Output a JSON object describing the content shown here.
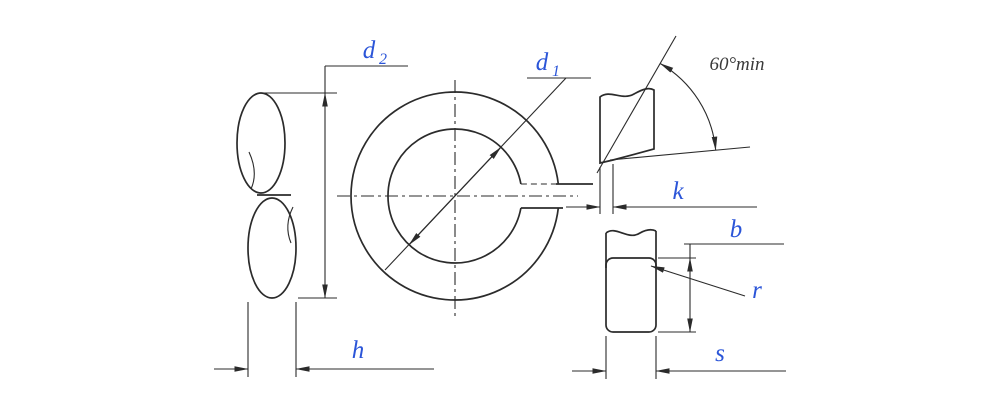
{
  "labels": {
    "d2": {
      "base": "d",
      "sub": "2"
    },
    "d1": {
      "base": "d",
      "sub": "1"
    },
    "angle": "60°min",
    "k": "k",
    "b": "b",
    "r": "r",
    "h": "h",
    "s": "s"
  },
  "colors": {
    "line": "#2b2b2b",
    "label": "#2b55d8",
    "angle_label": "#3a3a3a",
    "background": "#ffffff"
  }
}
